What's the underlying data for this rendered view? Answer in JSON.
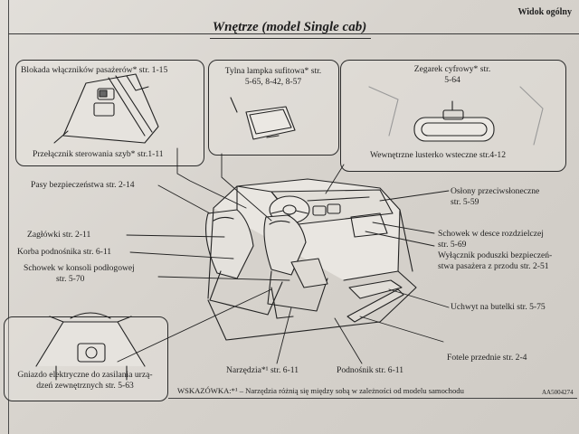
{
  "header": {
    "section": "Widok ogólny",
    "title": "Wnętrze (model Single cab)"
  },
  "callouts": {
    "window_lock": "Blokada włączników pasażerów* str. 1-15",
    "window_switch": "Przełącznik sterowania szyb* str.1-11",
    "rear_lamp_line1": "Tylna lampka sufitowa* str.",
    "rear_lamp_line2": "5-65, 8-42, 8-57",
    "digital_clock_line1": "Zegarek cyfrowy* str.",
    "digital_clock_line2": "5-64",
    "mirror": "Wewnętrzne lusterko wsteczne str.4-12",
    "seat_belts": "Pasy bezpieczeństwa str. 2-14",
    "sun_visors_line1": "Osłony przeciwsłoneczne",
    "sun_visors_line2": "str. 5-59",
    "headrests": "Zagłówki str. 2-11",
    "jack_crank": "Korba podnośnika str. 6-11",
    "console_box_line1": "Schowek w konsoli podłogowej",
    "console_box_line2": "str. 5-70",
    "dash_box_line1": "Schowek w desce rozdzielczej",
    "dash_box_line2": "str. 5-69",
    "airbag_switch_line1": "Wyłącznik poduszki bezpieczeń-",
    "airbag_switch_line2": "stwa pasażera z przodu str. 2-51",
    "bottle_holder": "Uchwyt na butelki str. 5-75",
    "front_seats": "Fotele przednie str. 2-4",
    "tools": "Narzędzia*¹ str. 6-11",
    "jack": "Podnośnik str. 6-11",
    "socket_line1": "Gniazdo elektryczne do zasilania urzą-",
    "socket_line2": "dzeń zewnętrznych str. 5-63"
  },
  "footer": {
    "note": "WSKAZÓWKA:*¹ – Narzędzia różnią się między sobą w zależności od modelu samochodu",
    "code": "AA5004274"
  }
}
